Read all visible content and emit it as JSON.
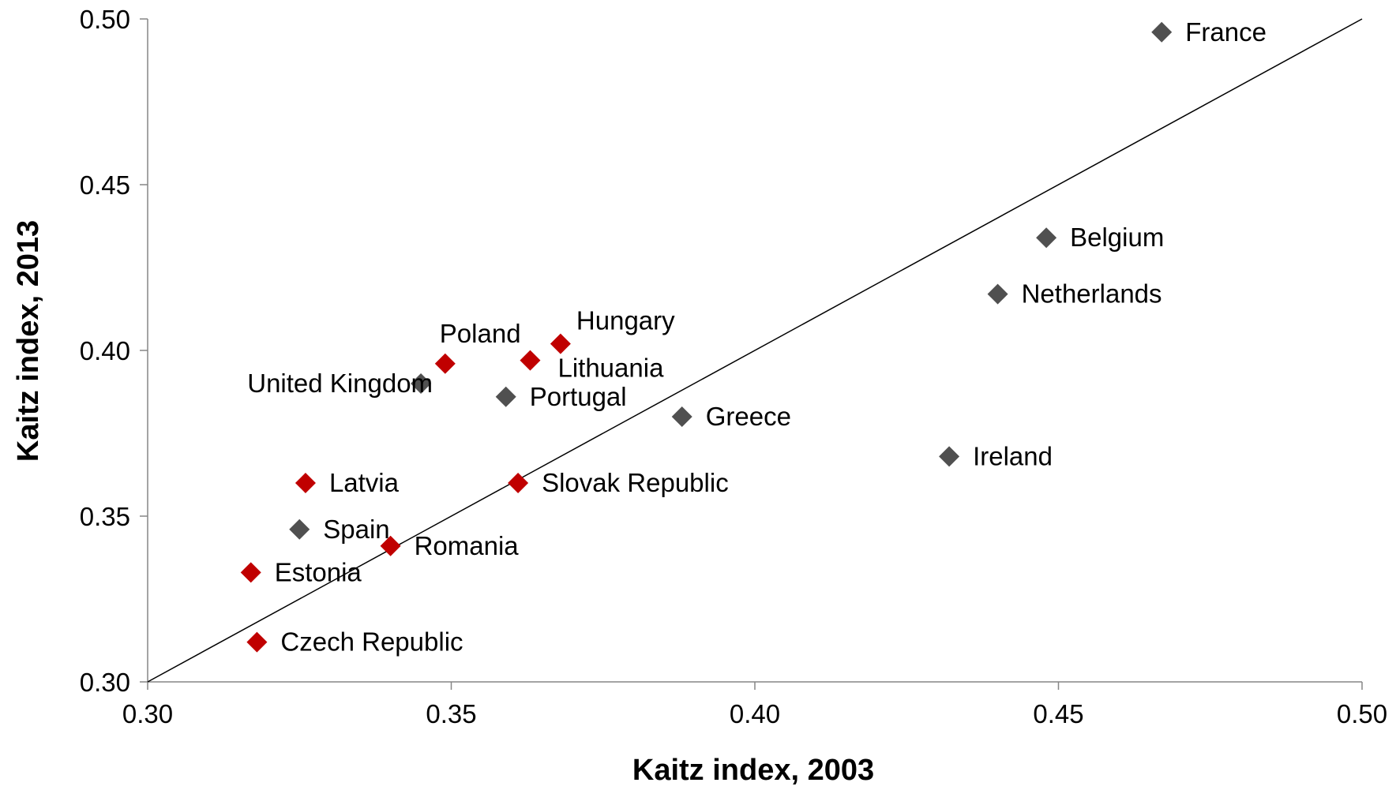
{
  "chart_data": {
    "type": "scatter",
    "title": "",
    "xlabel": "Kaitz index, 2003",
    "ylabel": "Kaitz index, 2013",
    "xlim": [
      0.3,
      0.5
    ],
    "ylim": [
      0.3,
      0.5
    ],
    "xticks": [
      "0.30",
      "0.35",
      "0.40",
      "0.45",
      "0.50"
    ],
    "yticks": [
      "0.30",
      "0.35",
      "0.40",
      "0.45",
      "0.50"
    ],
    "grid": false,
    "legend": "none",
    "reference_line": {
      "x": [
        0.3,
        0.5
      ],
      "y": [
        0.3,
        0.5
      ]
    },
    "colors": {
      "group_a": "#505050",
      "group_b": "#c00000",
      "line": "#000000"
    },
    "series": [
      {
        "color": "#505050",
        "points": [
          {
            "label": "France",
            "x": 0.467,
            "y": 0.496
          },
          {
            "label": "Belgium",
            "x": 0.448,
            "y": 0.434
          },
          {
            "label": "Netherlands",
            "x": 0.44,
            "y": 0.417
          },
          {
            "label": "Ireland",
            "x": 0.432,
            "y": 0.368
          },
          {
            "label": "Greece",
            "x": 0.388,
            "y": 0.38
          },
          {
            "label": "Portugal",
            "x": 0.359,
            "y": 0.386
          },
          {
            "label": "United Kingdom",
            "x": 0.345,
            "y": 0.39
          },
          {
            "label": "Spain",
            "x": 0.325,
            "y": 0.346
          }
        ]
      },
      {
        "color": "#c00000",
        "points": [
          {
            "label": "Hungary",
            "x": 0.368,
            "y": 0.402
          },
          {
            "label": "Poland",
            "x": 0.349,
            "y": 0.396
          },
          {
            "label": "Lithuania",
            "x": 0.363,
            "y": 0.397
          },
          {
            "label": "Slovak Republic",
            "x": 0.361,
            "y": 0.36
          },
          {
            "label": "Latvia",
            "x": 0.326,
            "y": 0.36
          },
          {
            "label": "Romania",
            "x": 0.34,
            "y": 0.341
          },
          {
            "label": "Estonia",
            "x": 0.317,
            "y": 0.333
          },
          {
            "label": "Czech Republic",
            "x": 0.318,
            "y": 0.312
          }
        ]
      }
    ]
  }
}
